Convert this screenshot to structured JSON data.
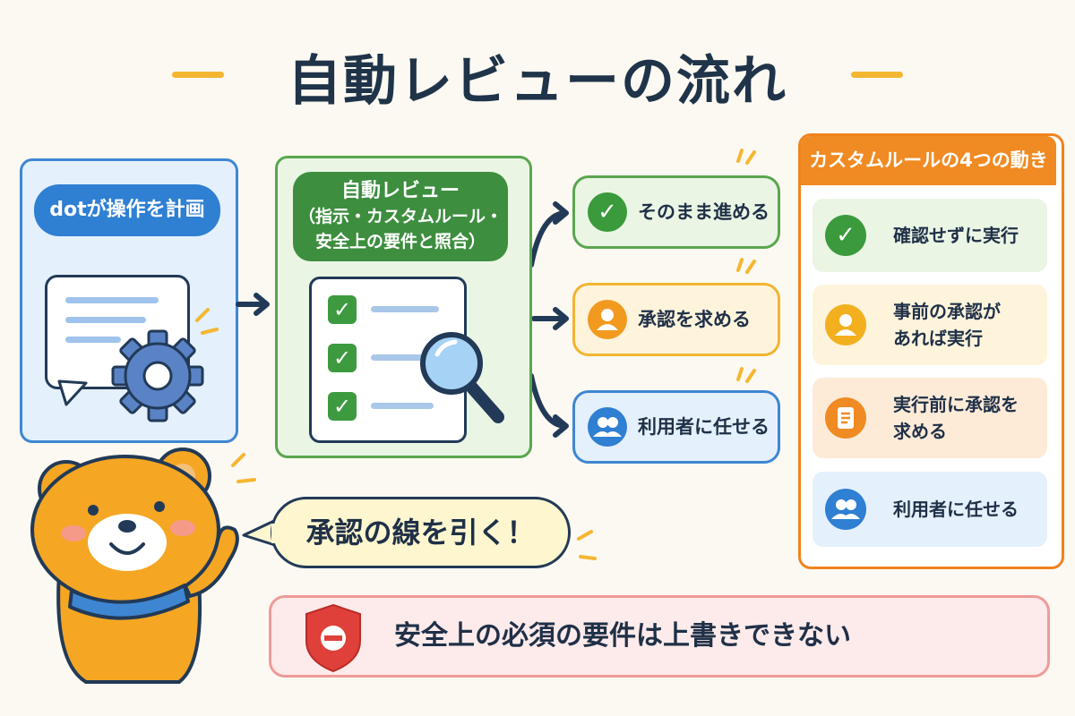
{
  "title": "自動レビューの流れ",
  "plan": {
    "label": "dotが操作を計画"
  },
  "review": {
    "line1": "自動レビュー",
    "line2": "（指示・カスタムルール・",
    "line3": "安全上の要件と照合）"
  },
  "outcomes": [
    {
      "label": "そのまま進める",
      "icon": "check-icon",
      "color": "#3a9a3c"
    },
    {
      "label": "承認を求める",
      "icon": "person-icon",
      "color": "#f29a1f"
    },
    {
      "label": "利用者に任せる",
      "icon": "users-icon",
      "color": "#2f7fd3"
    }
  ],
  "rules": {
    "heading": "カスタムルールの4つの動き",
    "items": [
      {
        "line1": "確認せずに実行",
        "line2": "",
        "icon": "check-icon",
        "color": "#3a9a3c"
      },
      {
        "line1": "事前の承認が",
        "line2": "あれば実行",
        "icon": "person-icon",
        "color": "#f2b01f"
      },
      {
        "line1": "実行前に承認を",
        "line2": "求める",
        "icon": "document-icon",
        "color": "#f08a22"
      },
      {
        "line1": "利用者に任せる",
        "line2": "",
        "icon": "users-icon",
        "color": "#2f7fd3"
      }
    ]
  },
  "speech": "承認の線を引く！",
  "banner": "安全上の必須の要件は上書きできない",
  "colors": {
    "accent_blue": "#2f7fd3",
    "accent_green": "#3d8e3f",
    "accent_orange": "#f08a22",
    "warning_red": "#e0403a",
    "dash_yellow": "#f5b731"
  }
}
